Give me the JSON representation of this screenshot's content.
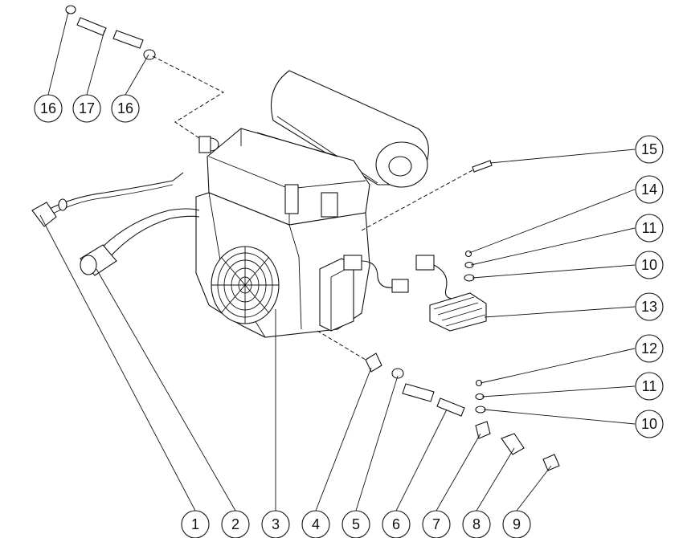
{
  "callouts": {
    "c1": "1",
    "c2": "2",
    "c3": "3",
    "c4": "4",
    "c5": "5",
    "c6": "6",
    "c7": "7",
    "c8": "8",
    "c9": "9",
    "c10a": "10",
    "c10b": "10",
    "c11a": "11",
    "c11b": "11",
    "c12": "12",
    "c13": "13",
    "c14": "14",
    "c15": "15",
    "c16a": "16",
    "c16b": "16",
    "c17": "17"
  }
}
